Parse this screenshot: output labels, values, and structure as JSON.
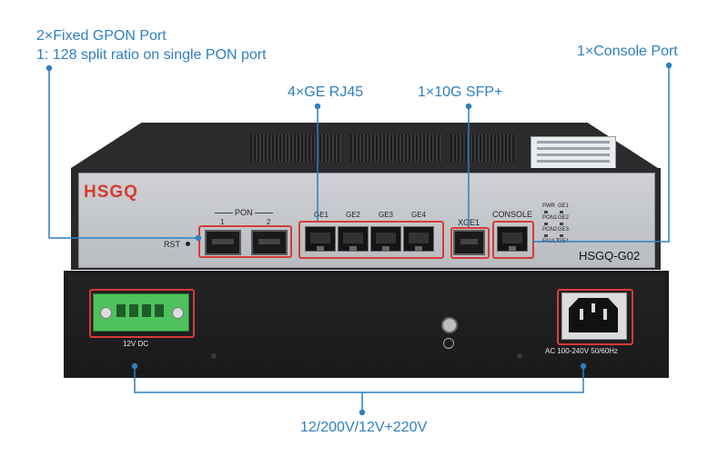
{
  "callouts": {
    "gpon_line1": "2×Fixed GPON Port",
    "gpon_line2": "1: 128 split ratio on single PON port",
    "console": "1×Console Port",
    "ge": "4×GE RJ45",
    "sfp": "1×10G SFP+",
    "power": "12/200V/12V+220V"
  },
  "front_panel": {
    "brand": "HSGQ",
    "model": "HSGQ-G02",
    "rst_label": "RST",
    "pon_label": "PON",
    "pon_ports": [
      "1",
      "2"
    ],
    "ge_ports": [
      "GE1",
      "GE2",
      "GE3",
      "GE4"
    ],
    "xge_label": "XGE1",
    "console_label": "CONSOLE",
    "leds": [
      "PWR",
      "PON1",
      "PON2",
      "FAULT",
      "GE1",
      "GE2",
      "GE3",
      "GE4"
    ]
  },
  "back_panel": {
    "dc_label": "12V DC",
    "ac_label": "AC 100-240V 50/60Hz"
  },
  "colors": {
    "callout": "#2f7fc1",
    "highlight": "#d73a3a",
    "brand": "#d83a34"
  }
}
